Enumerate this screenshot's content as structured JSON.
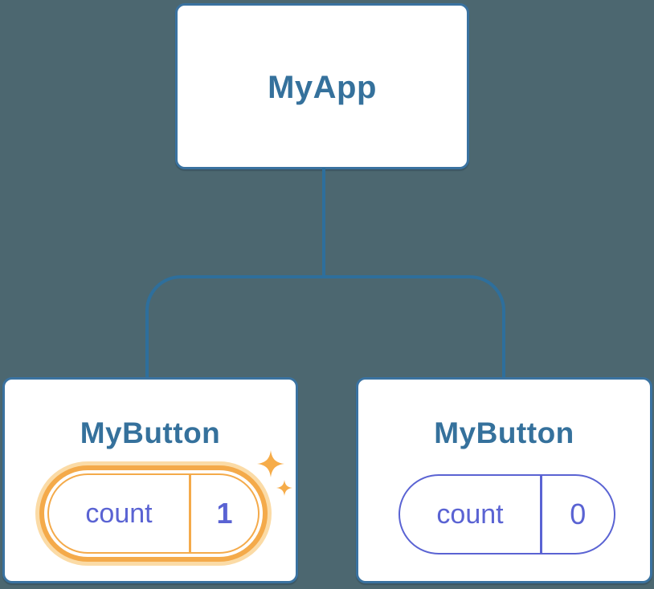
{
  "tree": {
    "root": {
      "label": "MyApp"
    },
    "children": [
      {
        "label": "MyButton",
        "state_key": "count",
        "state_value": "1",
        "highlighted": true
      },
      {
        "label": "MyButton",
        "state_key": "count",
        "state_value": "0",
        "highlighted": false
      }
    ]
  },
  "icons": {
    "sparkle_big": "sparkle-icon",
    "sparkle_small": "sparkle-icon"
  },
  "colors": {
    "background": "#4C6770",
    "node_border": "#3A72A0",
    "connector": "#2E6F9C",
    "node_label": "#35719C",
    "state_purple": "#5A63D3",
    "highlight_orange": "#F4AA4A",
    "highlight_glow": "#FBDBA6",
    "sparkle_orange": "#F6AC49"
  }
}
